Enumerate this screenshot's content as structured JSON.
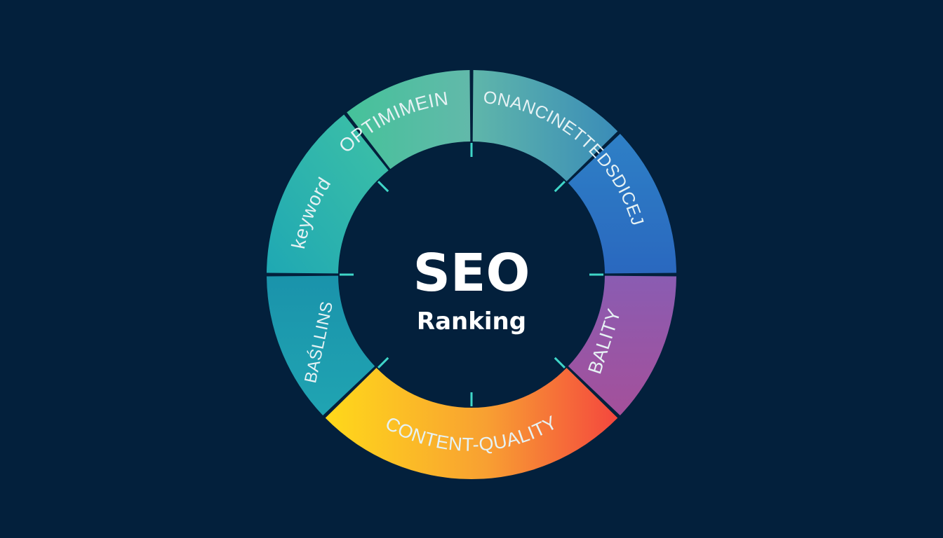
{
  "diagram": {
    "center": {
      "title": "SEO",
      "subtitle": "Ranking"
    },
    "segments": [
      {
        "id": "keyword",
        "label": "keyword",
        "colors": [
          "#1fa9b4",
          "#3fbfa8"
        ]
      },
      {
        "id": "optimization",
        "label": "OPTIMIMEIN",
        "colors": [
          "#3fbf9c",
          "#5fb8a8"
        ]
      },
      {
        "id": "onancinet",
        "label": "ONANCINETTEDSDICEJ",
        "colors": [
          "#58b0a9",
          "#3f8fb8"
        ]
      },
      {
        "id": "technical",
        "label": "",
        "colors": [
          "#2f7fc4",
          "#2a6bc0"
        ]
      },
      {
        "id": "bality",
        "label": "BALITY",
        "colors": [
          "#8e5ab0",
          "#a0509c"
        ]
      },
      {
        "id": "content-quality",
        "label": "CONTENT-QUALITY",
        "colors": [
          "#ffd21c",
          "#f4503c"
        ]
      },
      {
        "id": "backlinks",
        "label": "BAŚLLINS",
        "colors": [
          "#1b96ac",
          "#1ea0b0"
        ]
      }
    ],
    "colors": {
      "background": "#03203c",
      "tick": "#3fd6c8",
      "label": "#e6f2f4"
    }
  }
}
